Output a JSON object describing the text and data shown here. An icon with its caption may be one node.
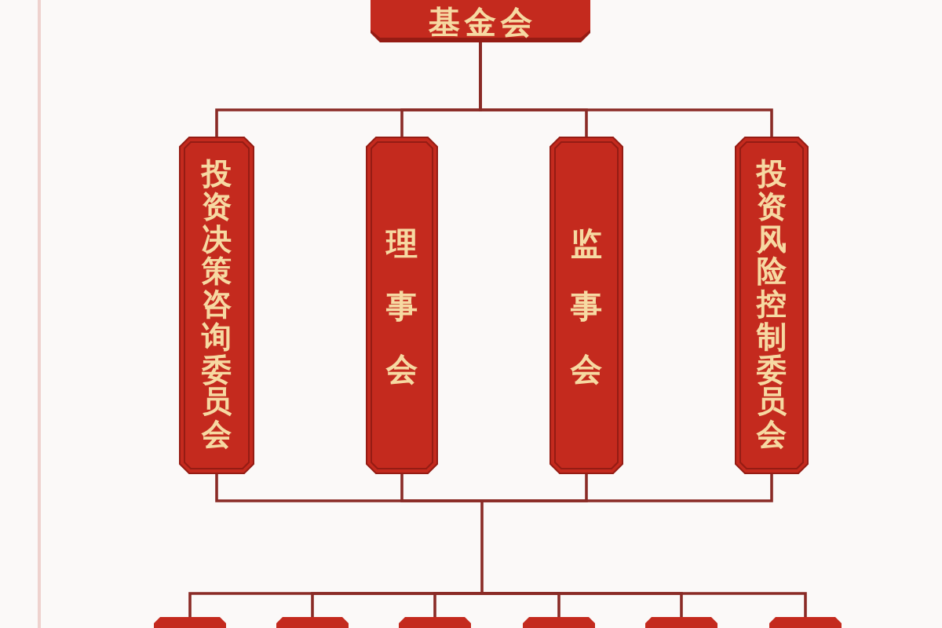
{
  "diagram": {
    "nodes": [
      {
        "text": [
          "基金会"
        ]
      },
      {
        "text": [
          "投资决策咨询委员会"
        ]
      },
      {
        "text": [
          "理事会"
        ]
      },
      {
        "text": [
          "监事会"
        ]
      },
      {
        "text": [
          "投资风险控制委员会"
        ]
      },
      {
        "text": [],
        "shape": "box"
      },
      {
        "text": [],
        "shape": "box"
      },
      {
        "text": [],
        "shape": "box"
      },
      {
        "text": [],
        "shape": "box"
      },
      {
        "text": [],
        "shape": "box"
      },
      {
        "text": [],
        "shape": "box"
      }
    ],
    "edges": [
      {
        "from": 0,
        "to": 1,
        "arrow": "none"
      },
      {
        "from": 0,
        "to": 2,
        "arrow": "none"
      },
      {
        "from": 0,
        "to": 3,
        "arrow": "none"
      },
      {
        "from": 0,
        "to": 4,
        "arrow": "none"
      },
      {
        "from": 1,
        "to": 5,
        "arrow": "none"
      },
      {
        "from": 1,
        "to": 6,
        "arrow": "none"
      },
      {
        "from": 1,
        "to": 7,
        "arrow": "none"
      },
      {
        "from": 1,
        "to": 8,
        "arrow": "none"
      },
      {
        "from": 1,
        "to": 9,
        "arrow": "none"
      },
      {
        "from": 1,
        "to": 10,
        "arrow": "none"
      },
      {
        "from": 2,
        "to": 5,
        "arrow": "none"
      },
      {
        "from": 2,
        "to": 6,
        "arrow": "none"
      },
      {
        "from": 2,
        "to": 7,
        "arrow": "none"
      },
      {
        "from": 2,
        "to": 8,
        "arrow": "none"
      },
      {
        "from": 2,
        "to": 9,
        "arrow": "none"
      },
      {
        "from": 2,
        "to": 10,
        "arrow": "none"
      },
      {
        "from": 3,
        "to": 5,
        "arrow": "none"
      },
      {
        "from": 3,
        "to": 6,
        "arrow": "none"
      },
      {
        "from": 3,
        "to": 7,
        "arrow": "none"
      },
      {
        "from": 3,
        "to": 8,
        "arrow": "none"
      },
      {
        "from": 3,
        "to": 9,
        "arrow": "none"
      },
      {
        "from": 3,
        "to": 10,
        "arrow": "none"
      },
      {
        "from": 4,
        "to": 5,
        "arrow": "none"
      },
      {
        "from": 4,
        "to": 6,
        "arrow": "none"
      },
      {
        "from": 4,
        "to": 7,
        "arrow": "none"
      },
      {
        "from": 4,
        "to": 8,
        "arrow": "none"
      },
      {
        "from": 4,
        "to": 9,
        "arrow": "none"
      },
      {
        "from": 4,
        "to": 10,
        "arrow": "none"
      }
    ]
  }
}
